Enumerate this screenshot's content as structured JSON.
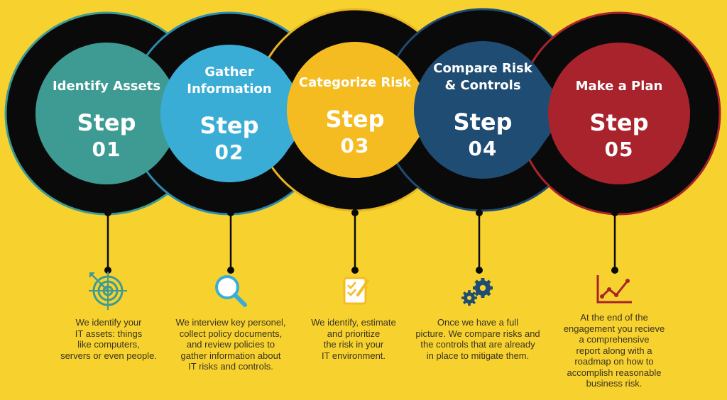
{
  "steps": [
    {
      "title": [
        "Identify Assets"
      ],
      "word": "Step",
      "number": "01",
      "description": "We identify your\nIT assets: things\nlike computers,\nservers or even people.",
      "icon": "target-icon",
      "color": "#3E9B93"
    },
    {
      "title": [
        "Gather",
        "Information"
      ],
      "word": "Step",
      "number": "02",
      "description": "We interview key personel,\ncollect policy documents,\nand review policies to\ngather information about\nIT risks and controls.",
      "icon": "magnifier-icon",
      "color": "#3AADD6"
    },
    {
      "title": [
        "Categorize Risk"
      ],
      "word": "Step",
      "number": "03",
      "description": "We identify, estimate\nand prioritize\nthe risk in your\nIT environment.",
      "icon": "checklist-icon",
      "color": "#F5BC22"
    },
    {
      "title": [
        "Compare Risk",
        "& Controls"
      ],
      "word": "Step",
      "number": "04",
      "description": "Once we have a full\npicture. We compare risks and\nthe controls  that are already\nin place to mitigate them.",
      "icon": "gears-icon",
      "color": "#1F4C73"
    },
    {
      "title": [
        "Make a Plan"
      ],
      "word": "Step",
      "number": "05",
      "description": "At the end of the\nengagement you recieve\na comprehensive\nreport along with a\nroadmap on how to\naccomplish reasonable\nbusiness risk.",
      "icon": "line-chart-icon",
      "color": "#A8232C"
    }
  ]
}
